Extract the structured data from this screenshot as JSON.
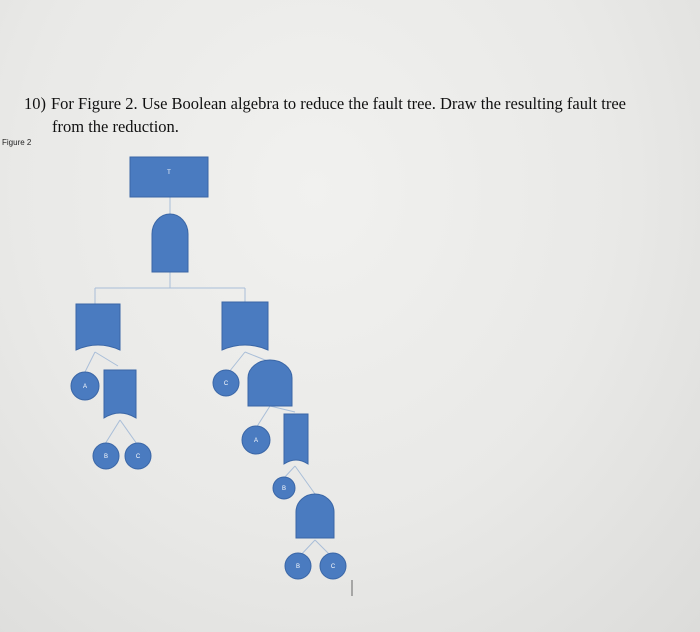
{
  "question": {
    "number": "10)",
    "line1": "For Figure 2. Use Boolean algebra to reduce the fault tree. Draw the resulting fault tree",
    "line2": "from the reduction."
  },
  "figure_label": "Figure 2",
  "fault_tree": {
    "top_event": "T",
    "events": {
      "a1": "A",
      "b1": "B",
      "c1": "C",
      "c2": "C",
      "a2": "A",
      "b2": "B",
      "b3": "B",
      "c3": "C"
    },
    "colors": {
      "shape_fill": "#4a7bc0",
      "shape_stroke": "#3a66a6",
      "line": "#a9bed8"
    }
  }
}
